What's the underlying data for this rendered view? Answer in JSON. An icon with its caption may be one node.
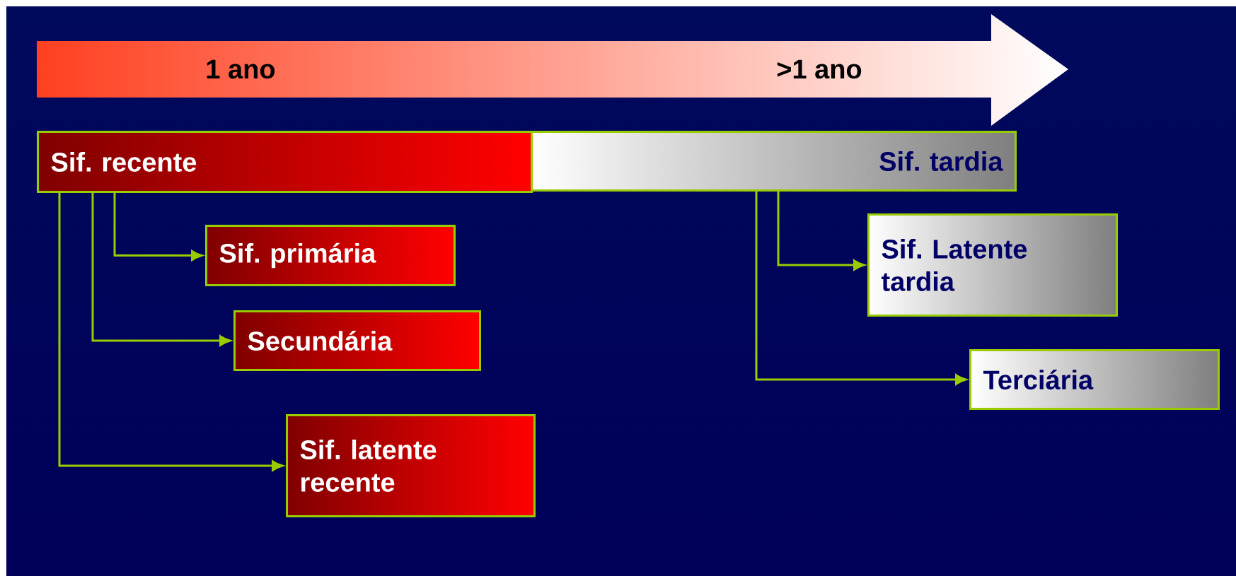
{
  "diagram": {
    "nodes": [
      {
        "text": [
          "1 ano",
          ">1 ano"
        ]
      },
      {
        "text": [
          "Sif. recente"
        ]
      },
      {
        "text": [
          "Sif. tardia"
        ]
      },
      {
        "text": [
          "Sif. primária"
        ]
      },
      {
        "text": [
          "Secundária"
        ]
      },
      {
        "text": [
          "Sif. latente recente"
        ]
      },
      {
        "text": [
          "Sif. Latente tardia"
        ]
      },
      {
        "text": [
          "Terciária"
        ]
      }
    ],
    "edges": [
      {
        "from": 1,
        "to": 3,
        "arrow": "to"
      },
      {
        "from": 1,
        "to": 4,
        "arrow": "to"
      },
      {
        "from": 1,
        "to": 5,
        "arrow": "to"
      },
      {
        "from": 2,
        "to": 6,
        "arrow": "to"
      },
      {
        "from": 2,
        "to": 7,
        "arrow": "to"
      }
    ]
  }
}
